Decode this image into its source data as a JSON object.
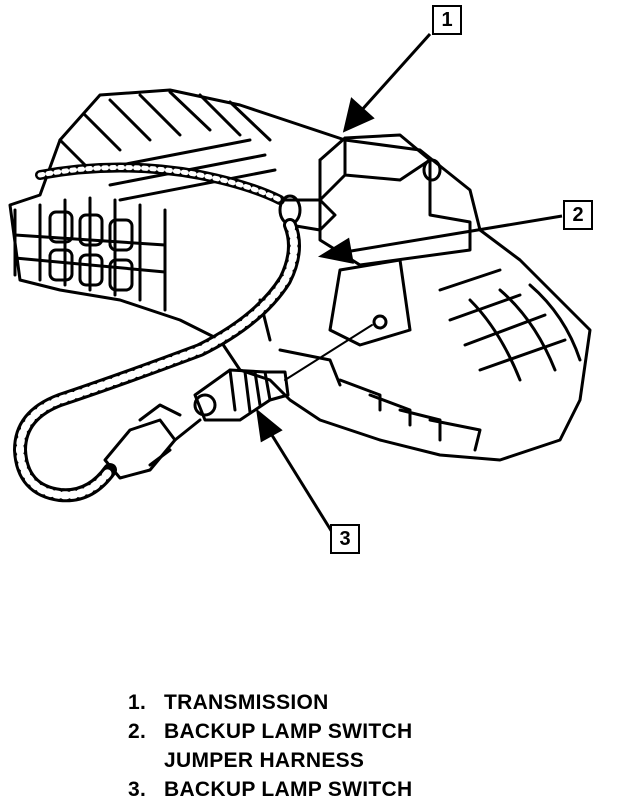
{
  "callouts": [
    {
      "number": "1"
    },
    {
      "number": "2"
    },
    {
      "number": "3"
    }
  ],
  "legend": [
    {
      "number": "1.",
      "lines": [
        "TRANSMISSION"
      ]
    },
    {
      "number": "2.",
      "lines": [
        "BACKUP LAMP SWITCH",
        "JUMPER HARNESS"
      ]
    },
    {
      "number": "3.",
      "lines": [
        "BACKUP LAMP SWITCH"
      ]
    }
  ],
  "colors": {
    "ink": "#000000",
    "paper": "#ffffff"
  }
}
